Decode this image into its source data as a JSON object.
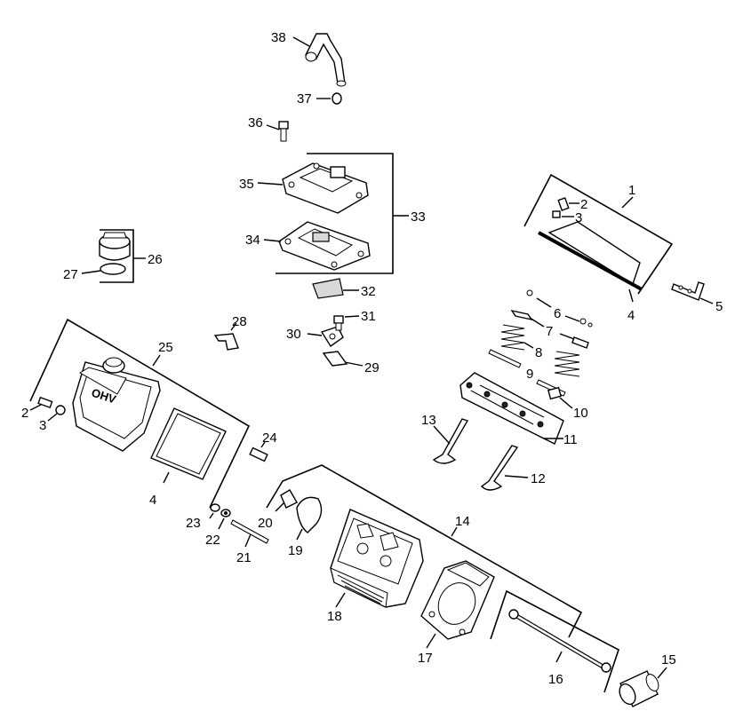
{
  "diagram": {
    "callouts": {
      "c1": "1",
      "c2a": "2",
      "c3a": "3",
      "c4a": "4",
      "c5": "5",
      "c6": "6",
      "c7": "7",
      "c8": "8",
      "c9": "9",
      "c10": "10",
      "c11": "11",
      "c12": "12",
      "c13": "13",
      "c14": "14",
      "c15": "15",
      "c16": "16",
      "c17": "17",
      "c18": "18",
      "c19": "19",
      "c20": "20",
      "c21": "21",
      "c22": "22",
      "c23": "23",
      "c24": "24",
      "c25": "25",
      "c26": "26",
      "c27": "27",
      "c28": "28",
      "c29": "29",
      "c30": "30",
      "c31": "31",
      "c32": "32",
      "c33": "33",
      "c34": "34",
      "c35": "35",
      "c36": "36",
      "c37": "37",
      "c38": "38",
      "c2b": "2",
      "c3b": "3",
      "c4b": "4"
    },
    "valve_cover_marking": "OHV"
  }
}
